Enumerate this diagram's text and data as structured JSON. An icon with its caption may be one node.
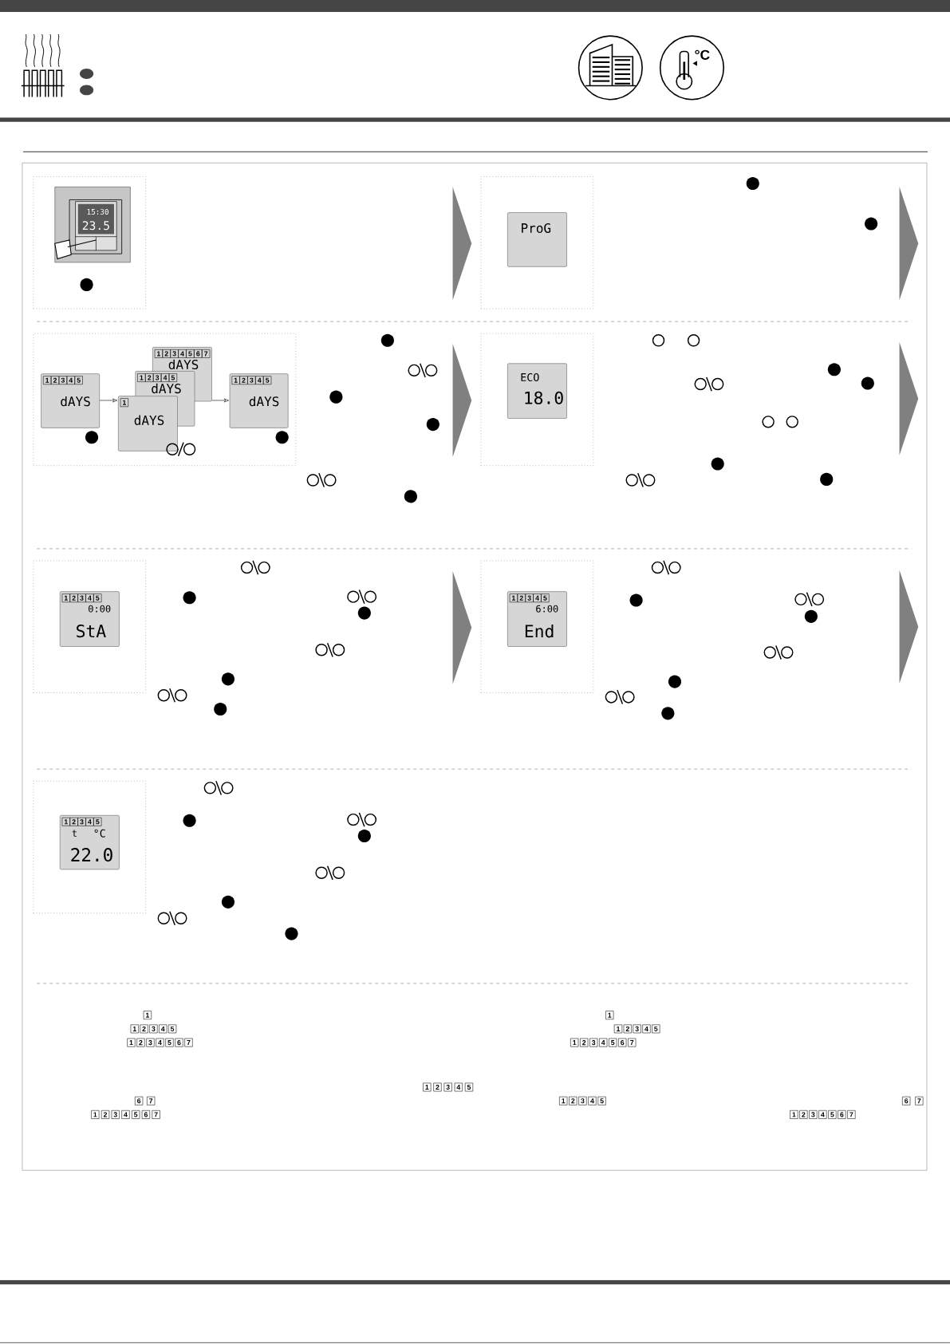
{
  "diagram": {
    "nodes": [
      {
        "text": [],
        "shape": "box"
      },
      {
        "text": [
          "15:30",
          "23.5"
        ],
        "in": 0
      },
      {
        "text": [],
        "shape": "box"
      },
      {
        "text": [
          "ProG"
        ],
        "in": 2
      },
      {
        "text": [],
        "shape": "box"
      },
      {
        "text": [
          "1",
          "2",
          "3",
          "4",
          "5",
          "dAYS"
        ],
        "in": 4
      },
      {
        "text": [
          "1",
          "2",
          "3",
          "4",
          "5",
          "6",
          "7",
          "dAYS",
          "1",
          "2",
          "3",
          "4",
          "5",
          "dAYS",
          "1",
          "dAYS"
        ],
        "in": 4
      },
      {
        "text": [
          "1",
          "2",
          "3",
          "4",
          "5",
          "dAYS"
        ],
        "in": 4
      },
      {
        "text": [],
        "shape": "box"
      },
      {
        "text": [
          "ECO",
          "18.0"
        ],
        "in": 8
      },
      {
        "text": [],
        "shape": "box"
      },
      {
        "text": [
          "1",
          "2",
          "3",
          "4",
          "5",
          "0:00",
          "StA"
        ],
        "in": 10
      },
      {
        "text": [],
        "shape": "box"
      },
      {
        "text": [
          "1",
          "2",
          "3",
          "4",
          "5",
          "6:00",
          "End"
        ],
        "in": 12
      },
      {
        "text": [],
        "shape": "box"
      },
      {
        "text": [
          "1",
          "2",
          "3",
          "4",
          "5",
          "t",
          "°C",
          "22.0"
        ],
        "in": 14
      }
    ],
    "edges": [
      {
        "from": null,
        "to": 2,
        "arrow": "to",
        "style": "thick"
      },
      {
        "from": null,
        "to": 8,
        "arrow": "to",
        "style": "thick"
      },
      {
        "from": null,
        "to": 12,
        "arrow": "to",
        "style": "thick"
      },
      {
        "from": 5,
        "to": 6,
        "arrow": "to"
      },
      {
        "from": 6,
        "to": 7,
        "arrow": "to"
      }
    ],
    "labels": [
      "°C",
      "1",
      "1",
      "1",
      "2",
      "3",
      "4",
      "5",
      "1",
      "2",
      "3",
      "4",
      "5",
      "1",
      "2",
      "3",
      "4",
      "5",
      "6",
      "7",
      "1",
      "2",
      "3",
      "4",
      "5",
      "6",
      "7",
      "1",
      "2",
      "3",
      "4",
      "5",
      "6",
      "7",
      "1",
      "2",
      "3",
      "4",
      "5",
      "6",
      "7",
      "1",
      "2",
      "3",
      "4",
      "5",
      "6",
      "7",
      "1",
      "2",
      "3",
      "4",
      "5",
      "6",
      "7"
    ]
  }
}
